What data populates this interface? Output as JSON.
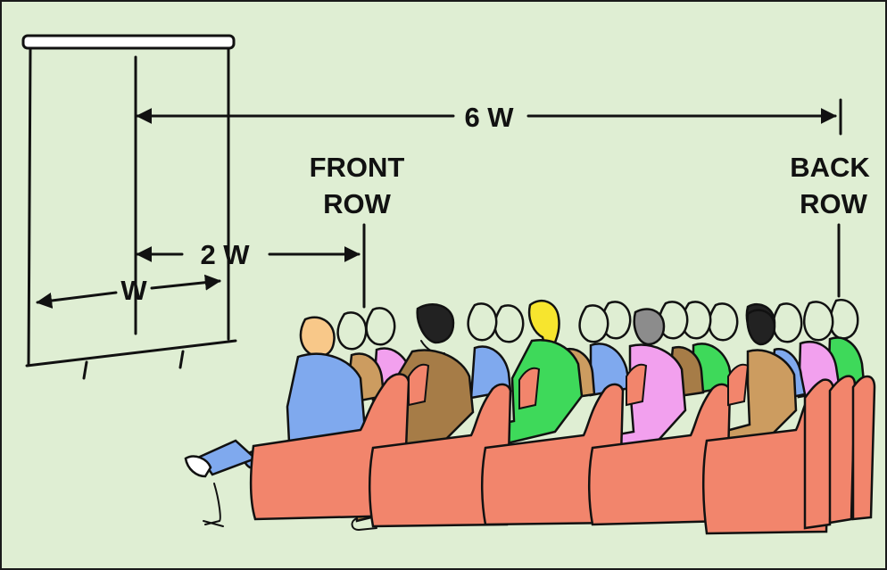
{
  "labels": {
    "six_w": "6 W",
    "two_w": "2 W",
    "w": "W",
    "front_line1": "FRONT",
    "front_line2": "ROW",
    "back_line1": "BACK",
    "back_line2": "ROW"
  },
  "colors": {
    "background": "#dfeed3",
    "chair": "#f2856c",
    "blue": "#7fa9ee",
    "brown": "#a67c47",
    "tan": "#cc9c60",
    "pink": "#f2a0ee",
    "green": "#3ed95a",
    "yellow": "#f7e52e",
    "skin_orange": "#f8c889",
    "grey": "#8c8c8c",
    "dark": "#222222"
  }
}
